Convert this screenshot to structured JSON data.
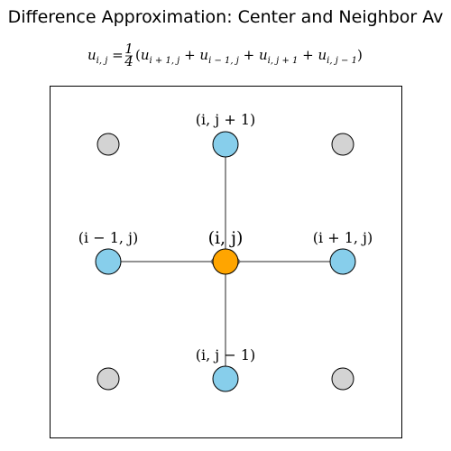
{
  "figure": {
    "title": "Difference Approximation: Center and Neighbor Av",
    "formula": {
      "lhs": "u",
      "lhs_subscript": "i, j",
      "equals": " = ",
      "fraction_numerator": "1",
      "fraction_denominator": "4",
      "open_paren": "(",
      "term_1": "u",
      "term_1_subscript": "i + 1, j",
      "plus_1": " + ",
      "term_2": "u",
      "term_2_subscript": "i − 1, j",
      "plus_2": " + ",
      "term_3": "u",
      "term_3_subscript": "i, j + 1",
      "plus_3": " + ",
      "term_4": "u",
      "term_4_subscript": "i, j − 1",
      "close_paren": ")"
    }
  },
  "stencil": {
    "center": {
      "label": "(i, j)",
      "color": "#ffa500"
    },
    "neighbors": [
      {
        "id": "top",
        "label": "(i, j + 1)",
        "color": "#87ceeb"
      },
      {
        "id": "left",
        "label": "(i − 1, j)",
        "color": "#87ceeb"
      },
      {
        "id": "right",
        "label": "(i + 1, j)",
        "color": "#87ceeb"
      },
      {
        "id": "bottom",
        "label": "(i, j − 1)",
        "color": "#87ceeb"
      }
    ],
    "corner_color": "#d3d3d3",
    "connector_color": "#6f6f6f"
  }
}
